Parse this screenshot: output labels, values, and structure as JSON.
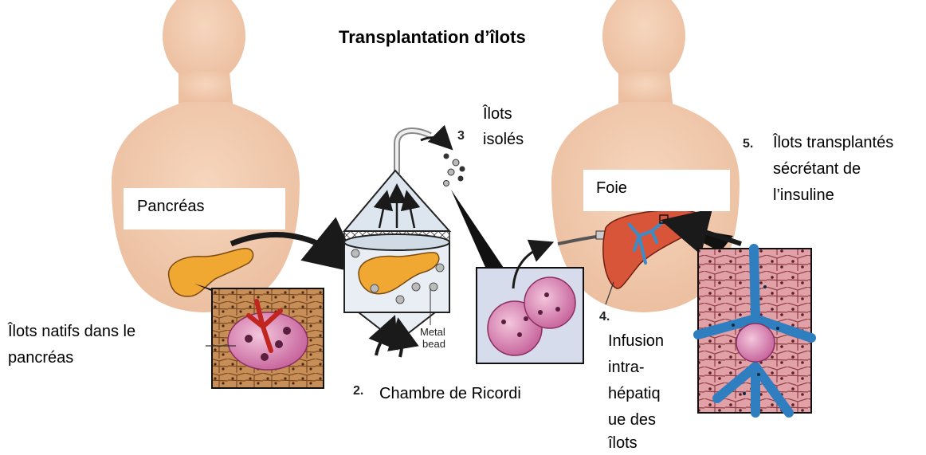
{
  "title": "Transplantation d’îlots",
  "labels": {
    "pancreas": "Pancréas",
    "native_islets_1": "Îlots natifs dans le",
    "native_islets_2": "pancréas",
    "step2": "2.",
    "chamber": "Chambre de Ricordi",
    "metal_bead_1": "Metal",
    "metal_bead_2": "bead",
    "step3": "3",
    "isolated_1": "Îlots",
    "isolated_2": "isolés",
    "liver": "Foie",
    "step4": "4.",
    "infusion_1": "Infusion",
    "infusion_2": "intra-",
    "infusion_3": "hépatiq",
    "infusion_4": "ue des",
    "infusion_5": "îlots",
    "step5": "5.",
    "transplanted_1": "Îlots transplantés",
    "transplanted_2": "sécrétant de",
    "transplanted_3": "l’insuline"
  },
  "colors": {
    "body_silhouette": "#f2c9ad",
    "pancreas": "#f0a833",
    "liver": "#d9553a",
    "vessel_blue": "#3a8cc8",
    "islet_pink": "#d67ab0",
    "tissue_brown": "#c99560",
    "arrow": "#1a1a1a"
  }
}
